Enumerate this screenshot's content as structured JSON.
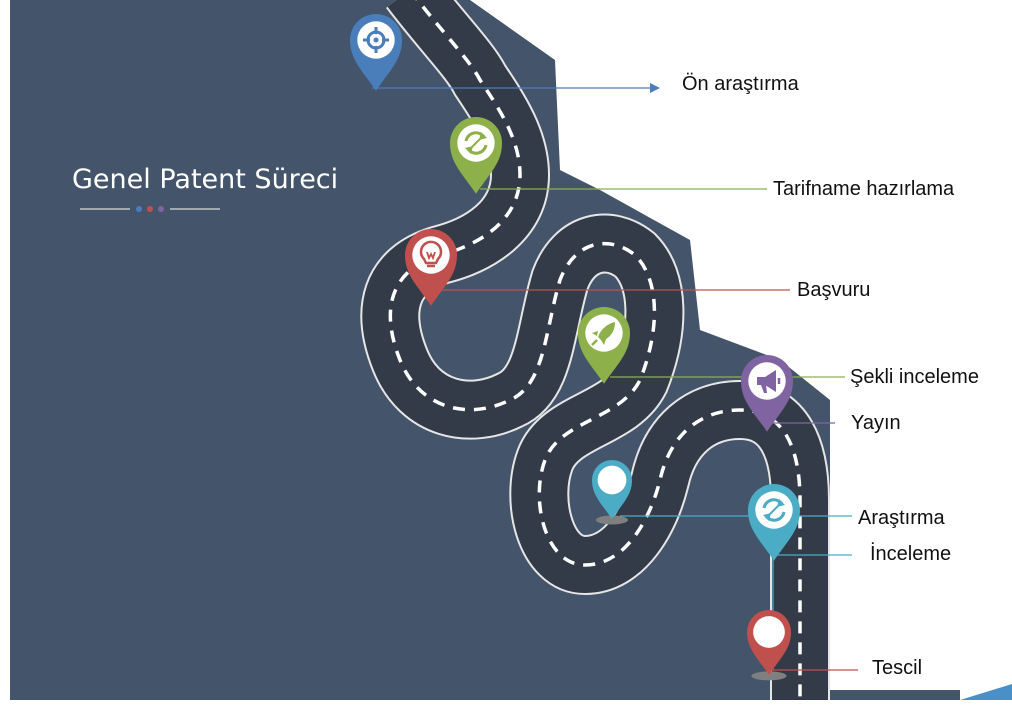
{
  "slide": {
    "title": "Genel Patent Süreci",
    "background_color": "#44546a",
    "road_color": "#333a48",
    "road_edge_color": "#e6e6e6",
    "divider_dot_colors": [
      "#4a7ebb",
      "#c0504d",
      "#8064a2"
    ]
  },
  "steps": [
    {
      "label": "Ön araştırma",
      "color": "#4a7ebb",
      "icon": "target-icon"
    },
    {
      "label": "Tarifname hazırlama",
      "color": "#8db04a",
      "icon": "refresh-icon"
    },
    {
      "label": "Başvuru",
      "color": "#c0504d",
      "icon": "lightbulb-icon"
    },
    {
      "label": "Şekli inceleme",
      "color": "#8db04a",
      "icon": "rocket-icon"
    },
    {
      "label": "Yayın",
      "color": "#8064a2",
      "icon": "megaphone-icon"
    },
    {
      "label": "Araştırma",
      "color": "#4bacc6",
      "icon": "empty-pin-icon"
    },
    {
      "label": "İnceleme",
      "color": "#4bacc6",
      "icon": "refresh-icon"
    },
    {
      "label": "Tescil",
      "color": "#c0504d",
      "icon": "empty-pin-icon"
    }
  ]
}
